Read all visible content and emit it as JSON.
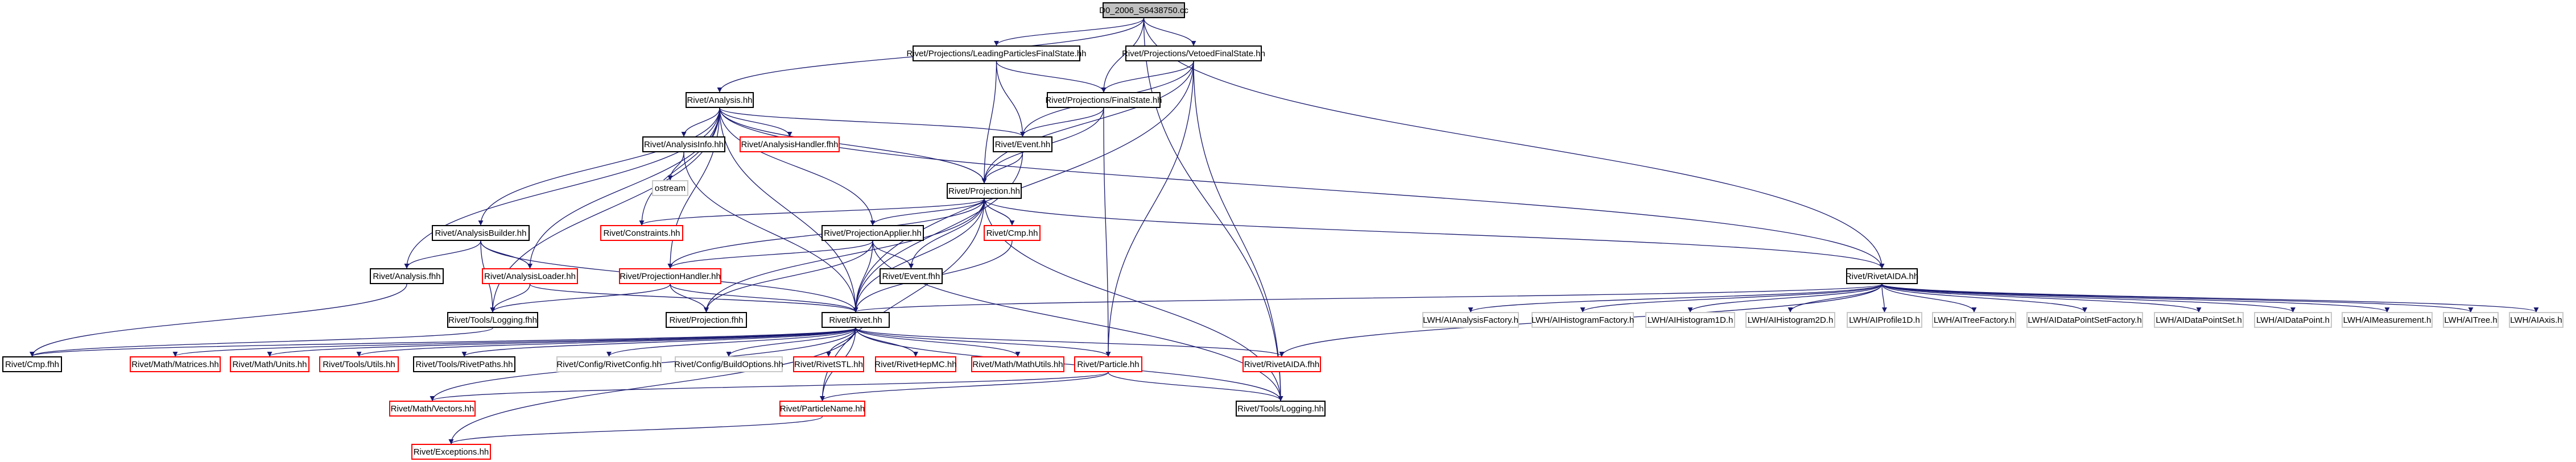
{
  "diagram": {
    "colors": {
      "edge": "#191970",
      "node_border": "#000000",
      "missing_border": "#ff0000",
      "plain_border": "#c8c8c8",
      "root_fill": "#c0c0c0"
    },
    "nodes": [
      {
        "id": "root",
        "label": "D0_2006_S6438750.cc",
        "kind": "root"
      },
      {
        "id": "lpfs",
        "label": "Rivet/Projections/LeadingParticlesFinalState.hh",
        "kind": "normal"
      },
      {
        "id": "vfs",
        "label": "Rivet/Projections/VetoedFinalState.hh",
        "kind": "normal"
      },
      {
        "id": "ana",
        "label": "Rivet/Analysis.hh",
        "kind": "normal"
      },
      {
        "id": "fs",
        "label": "Rivet/Projections/FinalState.hh",
        "kind": "normal"
      },
      {
        "id": "ainfo",
        "label": "Rivet/AnalysisInfo.hh",
        "kind": "normal"
      },
      {
        "id": "ahandler",
        "label": "Rivet/AnalysisHandler.fhh",
        "kind": "missing"
      },
      {
        "id": "event",
        "label": "Rivet/Event.hh",
        "kind": "normal"
      },
      {
        "id": "ostream",
        "label": "ostream",
        "kind": "plain"
      },
      {
        "id": "proj",
        "label": "Rivet/Projection.hh",
        "kind": "normal"
      },
      {
        "id": "abuilder",
        "label": "Rivet/AnalysisBuilder.hh",
        "kind": "normal"
      },
      {
        "id": "constraints",
        "label": "Rivet/Constraints.hh",
        "kind": "missing"
      },
      {
        "id": "papplier",
        "label": "Rivet/ProjectionApplier.hh",
        "kind": "normal"
      },
      {
        "id": "cmp",
        "label": "Rivet/Cmp.hh",
        "kind": "missing"
      },
      {
        "id": "aloader",
        "label": "Rivet/AnalysisLoader.hh",
        "kind": "missing"
      },
      {
        "id": "phandler",
        "label": "Rivet/ProjectionHandler.hh",
        "kind": "missing"
      },
      {
        "id": "anafhh",
        "label": "Rivet/Analysis.fhh",
        "kind": "normal"
      },
      {
        "id": "eventfhh",
        "label": "Rivet/Event.fhh",
        "kind": "normal"
      },
      {
        "id": "logfhh",
        "label": "Rivet/Tools/Logging.fhh",
        "kind": "normal"
      },
      {
        "id": "projfhh",
        "label": "Rivet/Projection.fhh",
        "kind": "normal"
      },
      {
        "id": "rivethh",
        "label": "Rivet/Rivet.hh",
        "kind": "normal"
      },
      {
        "id": "rivetaida",
        "label": "Rivet/RivetAIDA.hh",
        "kind": "normal"
      },
      {
        "id": "cmpfhh",
        "label": "Rivet/Cmp.fhh",
        "kind": "normal"
      },
      {
        "id": "matrices",
        "label": "Rivet/Math/Matrices.hh",
        "kind": "missing"
      },
      {
        "id": "units",
        "label": "Rivet/Math/Units.hh",
        "kind": "missing"
      },
      {
        "id": "toolsutils",
        "label": "Rivet/Tools/Utils.hh",
        "kind": "missing"
      },
      {
        "id": "rivetpaths",
        "label": "Rivet/Tools/RivetPaths.hh",
        "kind": "normal"
      },
      {
        "id": "rivetconfig",
        "label": "Rivet/Config/RivetConfig.hh",
        "kind": "plain"
      },
      {
        "id": "buildoptions",
        "label": "Rivet/Config/BuildOptions.hh",
        "kind": "plain"
      },
      {
        "id": "rivetstl",
        "label": "Rivet/RivetSTL.hh",
        "kind": "missing"
      },
      {
        "id": "hepmc",
        "label": "Rivet/RivetHepMC.hh",
        "kind": "missing"
      },
      {
        "id": "mathutils",
        "label": "Rivet/Math/MathUtils.hh",
        "kind": "missing"
      },
      {
        "id": "particle",
        "label": "Rivet/Particle.hh",
        "kind": "missing"
      },
      {
        "id": "rivetaidafhh",
        "label": "Rivet/RivetAIDA.fhh",
        "kind": "missing"
      },
      {
        "id": "vectors",
        "label": "Rivet/Math/Vectors.hh",
        "kind": "missing"
      },
      {
        "id": "pname",
        "label": "Rivet/ParticleName.hh",
        "kind": "missing"
      },
      {
        "id": "logging",
        "label": "Rivet/Tools/Logging.hh",
        "kind": "normal"
      },
      {
        "id": "exceptions",
        "label": "Rivet/Exceptions.hh",
        "kind": "missing"
      },
      {
        "id": "lwh1",
        "label": "LWH/AIAnalysisFactory.h",
        "kind": "plain"
      },
      {
        "id": "lwh2",
        "label": "LWH/AIHistogramFactory.h",
        "kind": "plain"
      },
      {
        "id": "lwh3",
        "label": "LWH/AIHistogram1D.h",
        "kind": "plain"
      },
      {
        "id": "lwh4",
        "label": "LWH/AIHistogram2D.h",
        "kind": "plain"
      },
      {
        "id": "lwh5",
        "label": "LWH/AIProfile1D.h",
        "kind": "plain"
      },
      {
        "id": "lwh6",
        "label": "LWH/AITreeFactory.h",
        "kind": "plain"
      },
      {
        "id": "lwh7",
        "label": "LWH/AIDataPointSetFactory.h",
        "kind": "plain"
      },
      {
        "id": "lwh8",
        "label": "LWH/AIDataPointSet.h",
        "kind": "plain"
      },
      {
        "id": "lwh9",
        "label": "LWH/AIDataPoint.h",
        "kind": "plain"
      },
      {
        "id": "lwh10",
        "label": "LWH/AIMeasurement.h",
        "kind": "plain"
      },
      {
        "id": "lwh11",
        "label": "LWH/AITree.h",
        "kind": "plain"
      },
      {
        "id": "lwh12",
        "label": "LWH/AIAxis.h",
        "kind": "plain"
      }
    ],
    "edges": [
      [
        "root",
        "lpfs"
      ],
      [
        "root",
        "vfs"
      ],
      [
        "root",
        "ana"
      ],
      [
        "root",
        "fs"
      ],
      [
        "root",
        "rivetaida"
      ],
      [
        "root",
        "logging"
      ],
      [
        "lpfs",
        "fs"
      ],
      [
        "lpfs",
        "event"
      ],
      [
        "lpfs",
        "proj"
      ],
      [
        "vfs",
        "fs"
      ],
      [
        "vfs",
        "event"
      ],
      [
        "vfs",
        "proj"
      ],
      [
        "vfs",
        "rivethh"
      ],
      [
        "vfs",
        "particle"
      ],
      [
        "vfs",
        "logging"
      ],
      [
        "fs",
        "event"
      ],
      [
        "fs",
        "proj"
      ],
      [
        "fs",
        "particle"
      ],
      [
        "ana",
        "ainfo"
      ],
      [
        "ana",
        "ahandler"
      ],
      [
        "ana",
        "event"
      ],
      [
        "ana",
        "proj"
      ],
      [
        "ana",
        "abuilder"
      ],
      [
        "ana",
        "constraints"
      ],
      [
        "ana",
        "papplier"
      ],
      [
        "ana",
        "aloader"
      ],
      [
        "ana",
        "phandler"
      ],
      [
        "ana",
        "anafhh"
      ],
      [
        "ana",
        "logfhh"
      ],
      [
        "ana",
        "rivethh"
      ],
      [
        "ana",
        "rivetaida"
      ],
      [
        "ainfo",
        "ostream"
      ],
      [
        "ainfo",
        "rivethh"
      ],
      [
        "event",
        "proj"
      ],
      [
        "event",
        "rivethh"
      ],
      [
        "proj",
        "constraints"
      ],
      [
        "proj",
        "papplier"
      ],
      [
        "proj",
        "cmp"
      ],
      [
        "proj",
        "phandler"
      ],
      [
        "proj",
        "eventfhh"
      ],
      [
        "proj",
        "projfhh"
      ],
      [
        "proj",
        "rivethh"
      ],
      [
        "proj",
        "rivetaida"
      ],
      [
        "proj",
        "logging"
      ],
      [
        "proj",
        "pname"
      ],
      [
        "cmp",
        "proj"
      ],
      [
        "cmp",
        "rivethh"
      ],
      [
        "papplier",
        "phandler"
      ],
      [
        "papplier",
        "eventfhh"
      ],
      [
        "papplier",
        "projfhh"
      ],
      [
        "papplier",
        "rivethh"
      ],
      [
        "papplier",
        "logging"
      ],
      [
        "abuilder",
        "anafhh"
      ],
      [
        "abuilder",
        "aloader"
      ],
      [
        "abuilder",
        "logfhh"
      ],
      [
        "abuilder",
        "rivethh"
      ],
      [
        "aloader",
        "logfhh"
      ],
      [
        "aloader",
        "rivethh"
      ],
      [
        "phandler",
        "projfhh"
      ],
      [
        "phandler",
        "logfhh"
      ],
      [
        "phandler",
        "rivethh"
      ],
      [
        "anafhh",
        "cmpfhh"
      ],
      [
        "logfhh",
        "cmpfhh"
      ],
      [
        "rivethh",
        "cmpfhh"
      ],
      [
        "rivethh",
        "matrices"
      ],
      [
        "rivethh",
        "units"
      ],
      [
        "rivethh",
        "toolsutils"
      ],
      [
        "rivethh",
        "rivetpaths"
      ],
      [
        "rivethh",
        "rivetconfig"
      ],
      [
        "rivethh",
        "buildoptions"
      ],
      [
        "rivethh",
        "rivetstl"
      ],
      [
        "rivethh",
        "hepmc"
      ],
      [
        "rivethh",
        "mathutils"
      ],
      [
        "rivethh",
        "particle"
      ],
      [
        "rivethh",
        "rivetaidafhh"
      ],
      [
        "rivethh",
        "vectors"
      ],
      [
        "rivethh",
        "pname"
      ],
      [
        "rivethh",
        "logging"
      ],
      [
        "rivethh",
        "exceptions"
      ],
      [
        "particle",
        "vectors"
      ],
      [
        "particle",
        "pname"
      ],
      [
        "particle",
        "logging"
      ],
      [
        "pname",
        "exceptions"
      ],
      [
        "rivetaida",
        "rivethh"
      ],
      [
        "rivetaida",
        "rivetaidafhh"
      ],
      [
        "rivetaida",
        "lwh1"
      ],
      [
        "rivetaida",
        "lwh2"
      ],
      [
        "rivetaida",
        "lwh3"
      ],
      [
        "rivetaida",
        "lwh4"
      ],
      [
        "rivetaida",
        "lwh5"
      ],
      [
        "rivetaida",
        "lwh6"
      ],
      [
        "rivetaida",
        "lwh7"
      ],
      [
        "rivetaida",
        "lwh8"
      ],
      [
        "rivetaida",
        "lwh9"
      ],
      [
        "rivetaida",
        "lwh10"
      ],
      [
        "rivetaida",
        "lwh11"
      ],
      [
        "rivetaida",
        "lwh12"
      ]
    ]
  }
}
